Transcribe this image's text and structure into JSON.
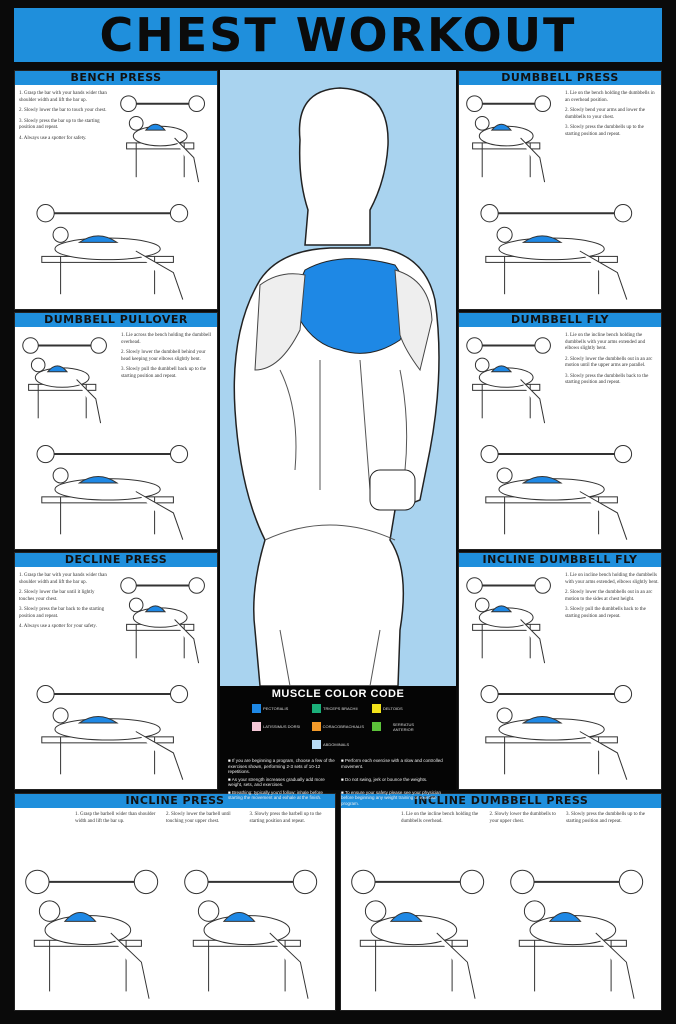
{
  "title": "CHEST WORKOUT",
  "accent": "#1f8fdc",
  "panels": [
    {
      "id": "bench-press",
      "title": "BENCH PRESS",
      "steps": [
        "1. Grasp the bar with your hands wider than shoulder width and lift the bar up.",
        "2. Slowly lower the bar to touch your chest.",
        "3. Slowly press the bar up to the starting position and repeat.",
        "4. Always use a spotter for safety."
      ]
    },
    {
      "id": "dumbbell-pullover",
      "title": "DUMBBELL PULLOVER",
      "steps": [
        "1. Lie across the bench holding the dumbbell overhead.",
        "2. Slowly lower the dumbbell behind your head keeping your elbows slightly bent.",
        "3. Slowly pull the dumbbell back up to the starting position and repeat."
      ]
    },
    {
      "id": "decline-press",
      "title": "DECLINE PRESS",
      "steps": [
        "1. Grasp the bar with your hands wider than shoulder width and lift the bar up.",
        "2. Slowly lower the bar until it lightly touches your chest.",
        "3. Slowly press the bar back to the starting position and repeat.",
        "4. Always use a spotter for your safety."
      ]
    },
    {
      "id": "dumbbell-press",
      "title": "DUMBBELL PRESS",
      "steps": [
        "1. Lie on the bench holding the dumbbells in an overhead position.",
        "2. Slowly bend your arms and lower the dumbbells to your chest.",
        "3. Slowly press the dumbbells up to the starting position and repeat."
      ]
    },
    {
      "id": "dumbbell-fly",
      "title": "DUMBBELL FLY",
      "steps": [
        "1. Lie on the incline bench holding the dumbbells with your arms extended and elbows slightly bent.",
        "2. Slowly lower the dumbbells out in an arc motion until the upper arms are parallel.",
        "3. Slowly press the dumbbells back to the starting position and repeat."
      ]
    },
    {
      "id": "incline-dumbbell-fly",
      "title": "INCLINE DUMBBELL FLY",
      "steps": [
        "1. Lie on incline bench holding the dumbbells with your arms extended, elbows slightly bent.",
        "2. Slowly lower the dumbbells out in an arc motion to the sides at chest height.",
        "3. Slowly pull the dumbbells back to the starting position and repeat."
      ]
    },
    {
      "id": "incline-press",
      "title": "INCLINE PRESS",
      "steps": [
        "1. Grasp the barbell wider than shoulder width and lift the bar up.",
        "2. Slowly lower the barbell until touching your upper chest.",
        "3. Slowly press the barbell up to the starting position and repeat."
      ]
    },
    {
      "id": "incline-dumbbell-press",
      "title": "INCLINE DUMBBELL PRESS",
      "steps": [
        "1. Lie on the incline bench holding the dumbbells overhead.",
        "2. Slowly lower the dumbbells to your upper chest.",
        "3. Slowly press the dumbbells up to the starting position and repeat."
      ]
    }
  ],
  "legend": {
    "title": "MUSCLE COLOR CODE",
    "items": [
      {
        "label": "PECTORALIS",
        "color": "#1e88e5"
      },
      {
        "label": "TRICEPS BRACHII",
        "color": "#1bb07a"
      },
      {
        "label": "DELTOIDS",
        "color": "#f2e21a"
      },
      {
        "label": "LATISSIMUS DORSI",
        "color": "#f3c6d6"
      },
      {
        "label": "CORACOBRACHIALIS",
        "color": "#f39a2a"
      },
      {
        "label": "SERRATUS ANTERIOR",
        "color": "#5cc23a"
      },
      {
        "label": "ABDOMINALS",
        "color": "#b9dcf5"
      }
    ],
    "tips": [
      "If you are beginning a program, choose a few of the exercises shown, performing 2-3 sets of 10-12 repetitions.",
      "Perform each exercise with a slow and controlled movement.",
      "As your strength increases gradually add more weight, sets, and exercises.",
      "Do not swing, jerk or bounce the weights.",
      "Breathing: typically you'd follow: inhale before starting the movement and exhale at the finish.",
      "To ensure your safety please see your physician before beginning any weight training or exercise program."
    ]
  }
}
